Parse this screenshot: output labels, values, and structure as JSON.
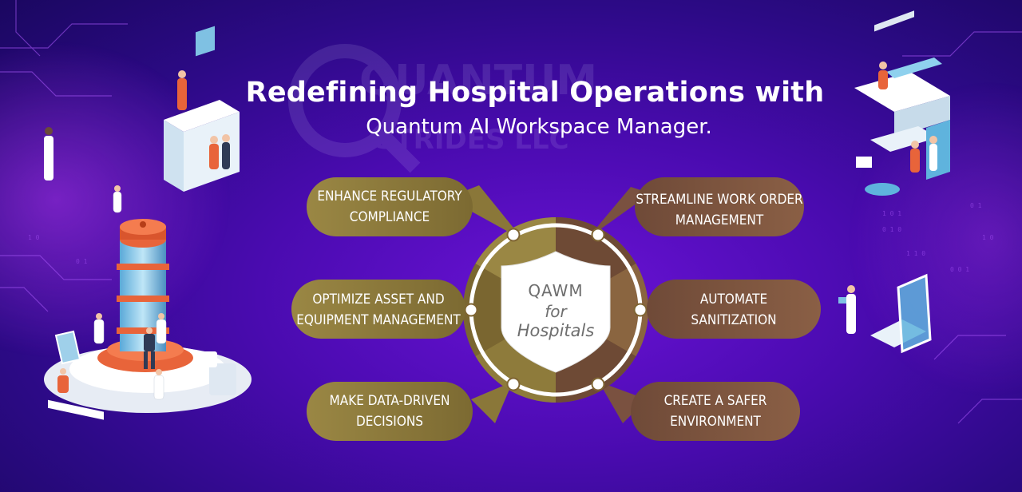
{
  "watermark": "QUANTUM STRIDES LLC",
  "title": {
    "line1": "Redefining Hospital Operations with",
    "line2": "Quantum AI Workspace Manager."
  },
  "center": {
    "line1": "QAWM",
    "line2": "for",
    "line3": "Hospitals"
  },
  "benefits": {
    "top_left": {
      "line1": "ENHANCE REGULATORY",
      "line2": "COMPLIANCE"
    },
    "mid_left": {
      "line1": "OPTIMIZE ASSET AND",
      "line2": "EQUIPMENT MANAGEMENT"
    },
    "bottom_left": {
      "line1": "MAKE DATA-DRIVEN",
      "line2": "DECISIONS"
    },
    "top_right": {
      "line1": "STREAMLINE WORK ORDER",
      "line2": "MANAGEMENT"
    },
    "mid_right": {
      "line1": "AUTOMATE",
      "line2": "SANITIZATION"
    },
    "bottom_right": {
      "line1": "CREATE A SAFER",
      "line2": "ENVIRONMENT"
    }
  },
  "colors": {
    "background": "#4a0bb0",
    "pill_gold": "#8e7b3b",
    "pill_brown": "#6e4a35",
    "ring": "#ffffff"
  }
}
